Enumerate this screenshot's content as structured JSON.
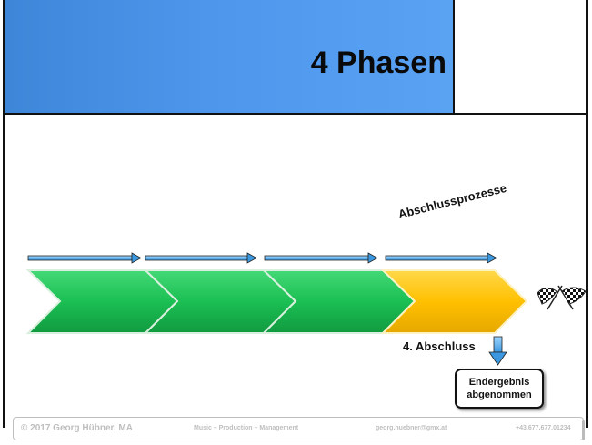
{
  "slide": {
    "title": "4 Phasen",
    "arc_label": "Abschlussprozesse",
    "phase4_label": "4. Abschluss",
    "result_line1": "Endergebnis",
    "result_line2": "abgenommen"
  },
  "colors": {
    "header_blue": "#4d96ec",
    "phase_green": "#1fbf55",
    "phase_yellow": "#ffc000",
    "arrow_blue": "#4fa8e8"
  },
  "icons": {
    "finish": "checkered-flags-icon"
  },
  "footer": {
    "copyright": "© 2017 Georg Hübner, MA",
    "subject": "Music – Production – Management",
    "email": "georg.huebner@gmx.at",
    "phone": "+43.677.677.01234"
  }
}
